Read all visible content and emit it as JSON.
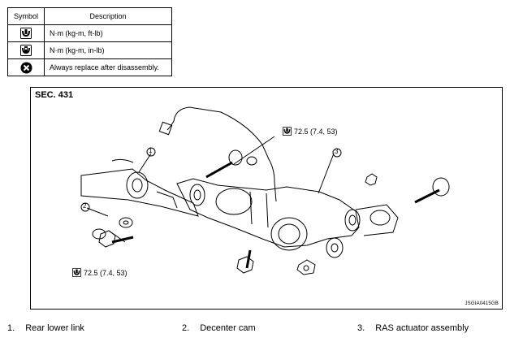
{
  "legend": {
    "header_symbol": "Symbol",
    "header_description": "Description",
    "rows": [
      {
        "icon": "torque-wrench-icon",
        "description": "N·m (kg-m, ft-lb)"
      },
      {
        "icon": "torque-wrench-filled-icon",
        "description": "N·m (kg-m, in-lb)"
      },
      {
        "icon": "replace-part-icon",
        "description": "Always replace after disassembly."
      }
    ]
  },
  "diagram": {
    "section": "SEC. 431",
    "torque_top": "72.5 (7.4, 53)",
    "torque_bottom": "72.5 (7.4, 53)",
    "callouts": [
      "1",
      "2",
      "3"
    ],
    "figure_code": "JSGIA0415GB"
  },
  "parts": [
    {
      "number": "1.",
      "name": "Rear lower link"
    },
    {
      "number": "2.",
      "name": "Decenter cam"
    },
    {
      "number": "3.",
      "name": "RAS actuator assembly"
    }
  ],
  "colors": {
    "line": "#000000",
    "background": "#ffffff"
  }
}
